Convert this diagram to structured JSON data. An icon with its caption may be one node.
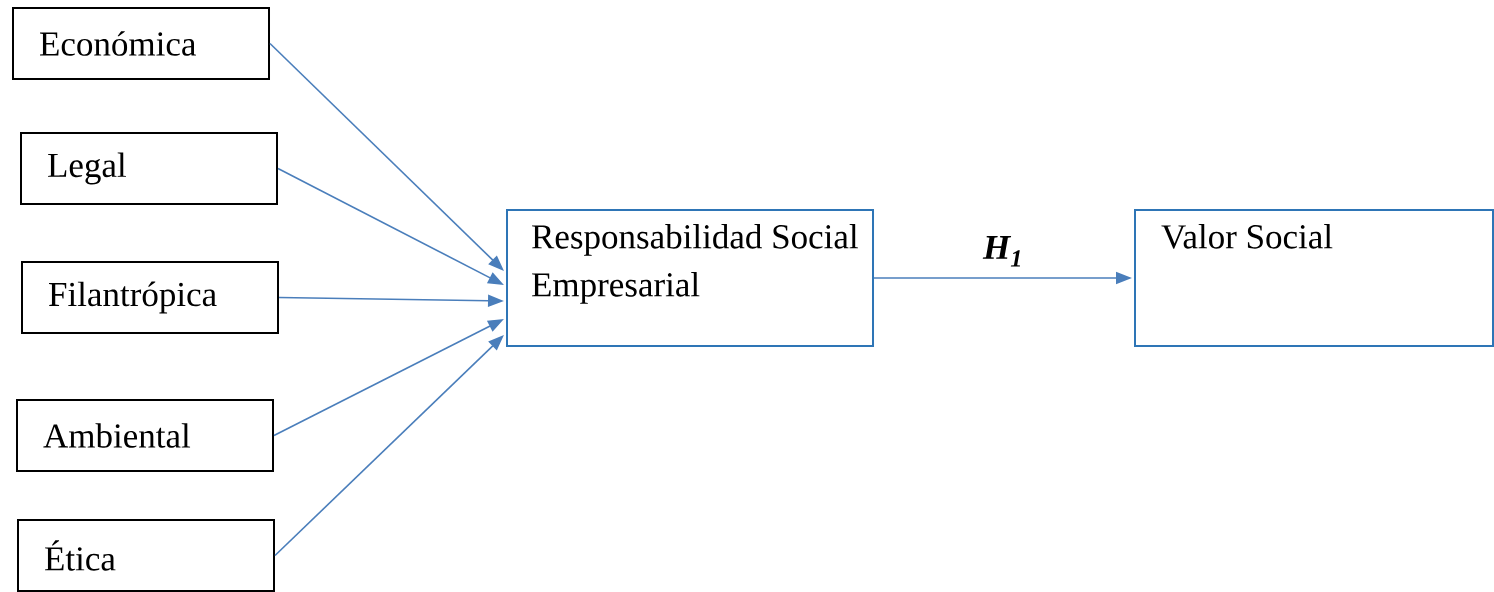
{
  "diagram": {
    "nodes": [
      {
        "text": [
          "Económica"
        ]
      },
      {
        "text": [
          "Legal"
        ]
      },
      {
        "text": [
          "Filantrópica"
        ]
      },
      {
        "text": [
          "Ambiental"
        ]
      },
      {
        "text": [
          "Ética"
        ]
      },
      {
        "text": [
          "Responsabilidad Social Empresarial"
        ]
      },
      {
        "text": [
          "Valor Social"
        ]
      }
    ],
    "edges": [
      {
        "from": 0,
        "to": 5,
        "arrow": "to"
      },
      {
        "from": 1,
        "to": 5,
        "arrow": "to"
      },
      {
        "from": 2,
        "to": 5,
        "arrow": "to"
      },
      {
        "from": 3,
        "to": 5,
        "arrow": "to"
      },
      {
        "from": 4,
        "to": 5,
        "arrow": "to"
      },
      {
        "from": 5,
        "to": 6,
        "arrow": "to",
        "label": "H$_{1}$"
      }
    ]
  }
}
